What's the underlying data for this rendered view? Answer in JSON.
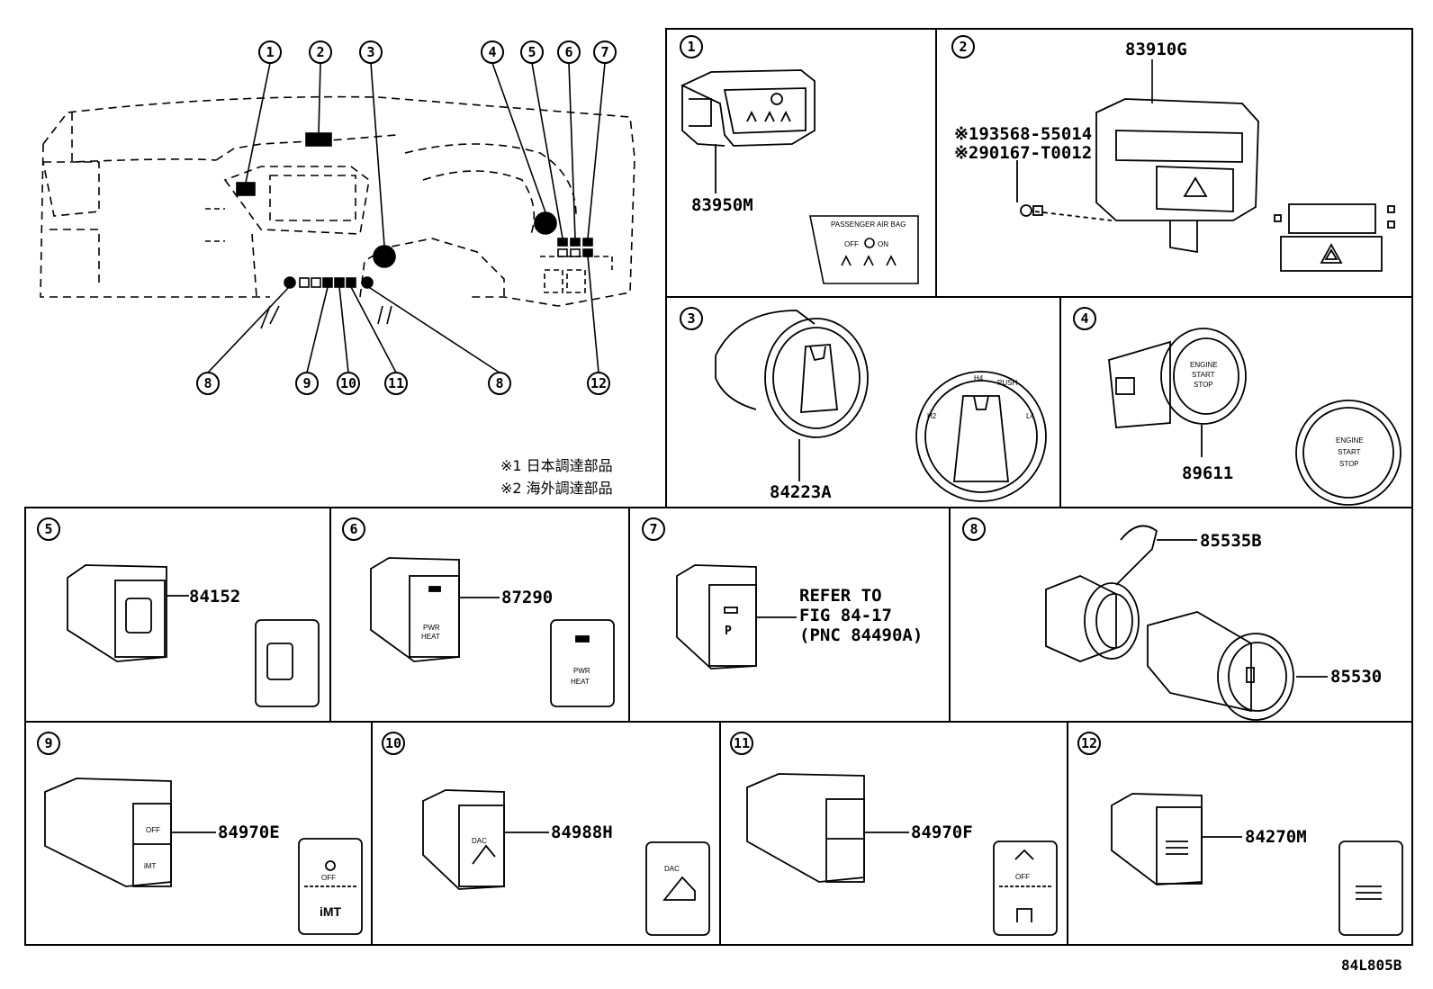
{
  "overview": {
    "callouts_top": [
      "1",
      "2",
      "3",
      "4",
      "5",
      "6",
      "7"
    ],
    "callouts_bottom": [
      "8",
      "9",
      "10",
      "11",
      "8",
      "12"
    ],
    "notes": [
      "※1 日本調達部品",
      "※2 海外調達部品"
    ]
  },
  "panels": {
    "p1": {
      "num": "1",
      "part": "83950M",
      "label_lines": [
        "PASSENGER AIR BAG",
        "OFF",
        "ON"
      ]
    },
    "p2": {
      "num": "2",
      "part": "83910G",
      "notes": [
        "※193568-55014",
        "※290167-T0012"
      ]
    },
    "p3": {
      "num": "3",
      "part": "84223A",
      "knob": [
        "H2",
        "H4",
        "PUSH",
        "L4"
      ]
    },
    "p4": {
      "num": "4",
      "part": "89611",
      "button": [
        "ENGINE",
        "START",
        "STOP"
      ]
    },
    "p5": {
      "num": "5",
      "part": "84152"
    },
    "p6": {
      "num": "6",
      "part": "87290",
      "label": [
        "PWR",
        "HEAT"
      ]
    },
    "p7": {
      "num": "7",
      "refer": [
        "REFER TO",
        "FIG 84-17",
        "(PNC 84490A)"
      ]
    },
    "p8": {
      "num": "8",
      "parts": [
        "85535B",
        "85530"
      ]
    },
    "p9": {
      "num": "9",
      "part": "84970E",
      "label": [
        "OFF",
        "iMT"
      ]
    },
    "p10": {
      "num": "10",
      "part": "84988H",
      "label": "DAC"
    },
    "p11": {
      "num": "11",
      "part": "84970F",
      "label": "OFF"
    },
    "p12": {
      "num": "12",
      "part": "84270M"
    }
  },
  "figure_code": "84L805B"
}
